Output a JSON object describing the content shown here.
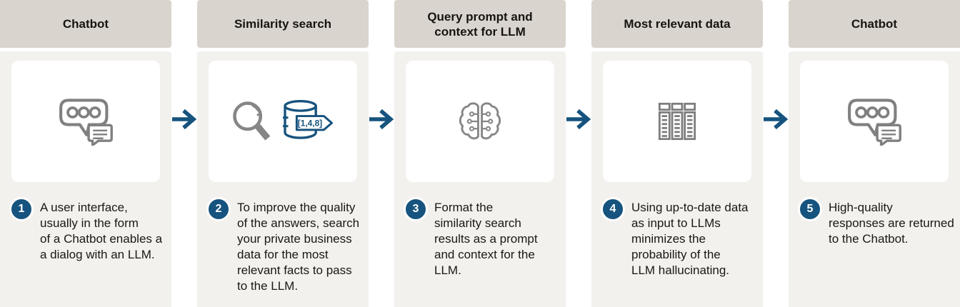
{
  "colors": {
    "accent_blue": "#16537e",
    "icon_gray": "#808080",
    "header_bg": "#d9d5ce",
    "panel_bg": "#f2f1ee",
    "card_bg": "#ffffff",
    "text": "#1b1813"
  },
  "flow": {
    "arrow_icon": "arrow-right-icon",
    "direction": "left-to-right"
  },
  "steps": [
    {
      "number": "1",
      "title": "Chatbot",
      "icon": "chat-bubbles-icon",
      "description": "A user interface,\nusually in the form\nof a Chatbot enables a\na dialog  with an LLM."
    },
    {
      "number": "2",
      "title": "Similarity search",
      "icon": "search-database-icon",
      "db_label": "[1,4,8]",
      "description": "To improve the quality\nof the answers, search\nyour private business\ndata for the most\nrelevant facts to pass\nto the LLM."
    },
    {
      "number": "3",
      "title": "Query prompt and\ncontext for LLM",
      "icon": "brain-circuit-icon",
      "description": "Format the\nsimilarity search\nresults as a prompt\nand context for the\nLLM."
    },
    {
      "number": "4",
      "title": "Most relevant data",
      "icon": "data-table-icon",
      "description": "Using up-to-date data\nas input to LLMs\nminimizes the\nprobability of the\nLLM hallucinating."
    },
    {
      "number": "5",
      "title": "Chatbot",
      "icon": "chat-bubbles-icon",
      "description": "High-quality\nresponses are returned\nto the Chatbot."
    }
  ]
}
